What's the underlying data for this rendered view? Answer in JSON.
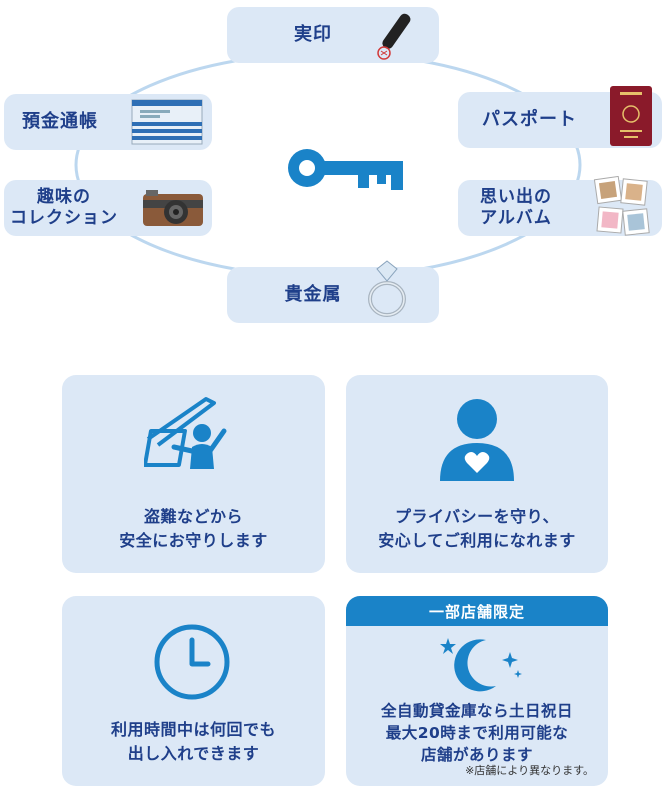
{
  "items": {
    "seal": "実印",
    "passbook": "預金通帳",
    "passport": "パスポート",
    "hobby_line1": "趣味の",
    "hobby_line2": "コレクション",
    "album_line1": "思い出の",
    "album_line2": "アルバム",
    "jewelry": "貴金属"
  },
  "cards": {
    "theft_line1": "盗難などから",
    "theft_line2": "安全にお守りします",
    "privacy_line1": "プライバシーを守り、",
    "privacy_line2": "安心してご利用になれます",
    "time_line1": "利用時間中は何回でも",
    "time_line2": "出し入れできます",
    "limited_banner": "一部店舗限定",
    "limited_line1": "全自動貸金庫なら土日祝日",
    "limited_line2": "最大20時まで利用可能な",
    "limited_line3": "店舗があります",
    "limited_note": "※店舗により異なります。"
  },
  "colors": {
    "accent": "#1a83c8",
    "card_bg": "#dce8f6",
    "text": "#1f3f8a"
  }
}
